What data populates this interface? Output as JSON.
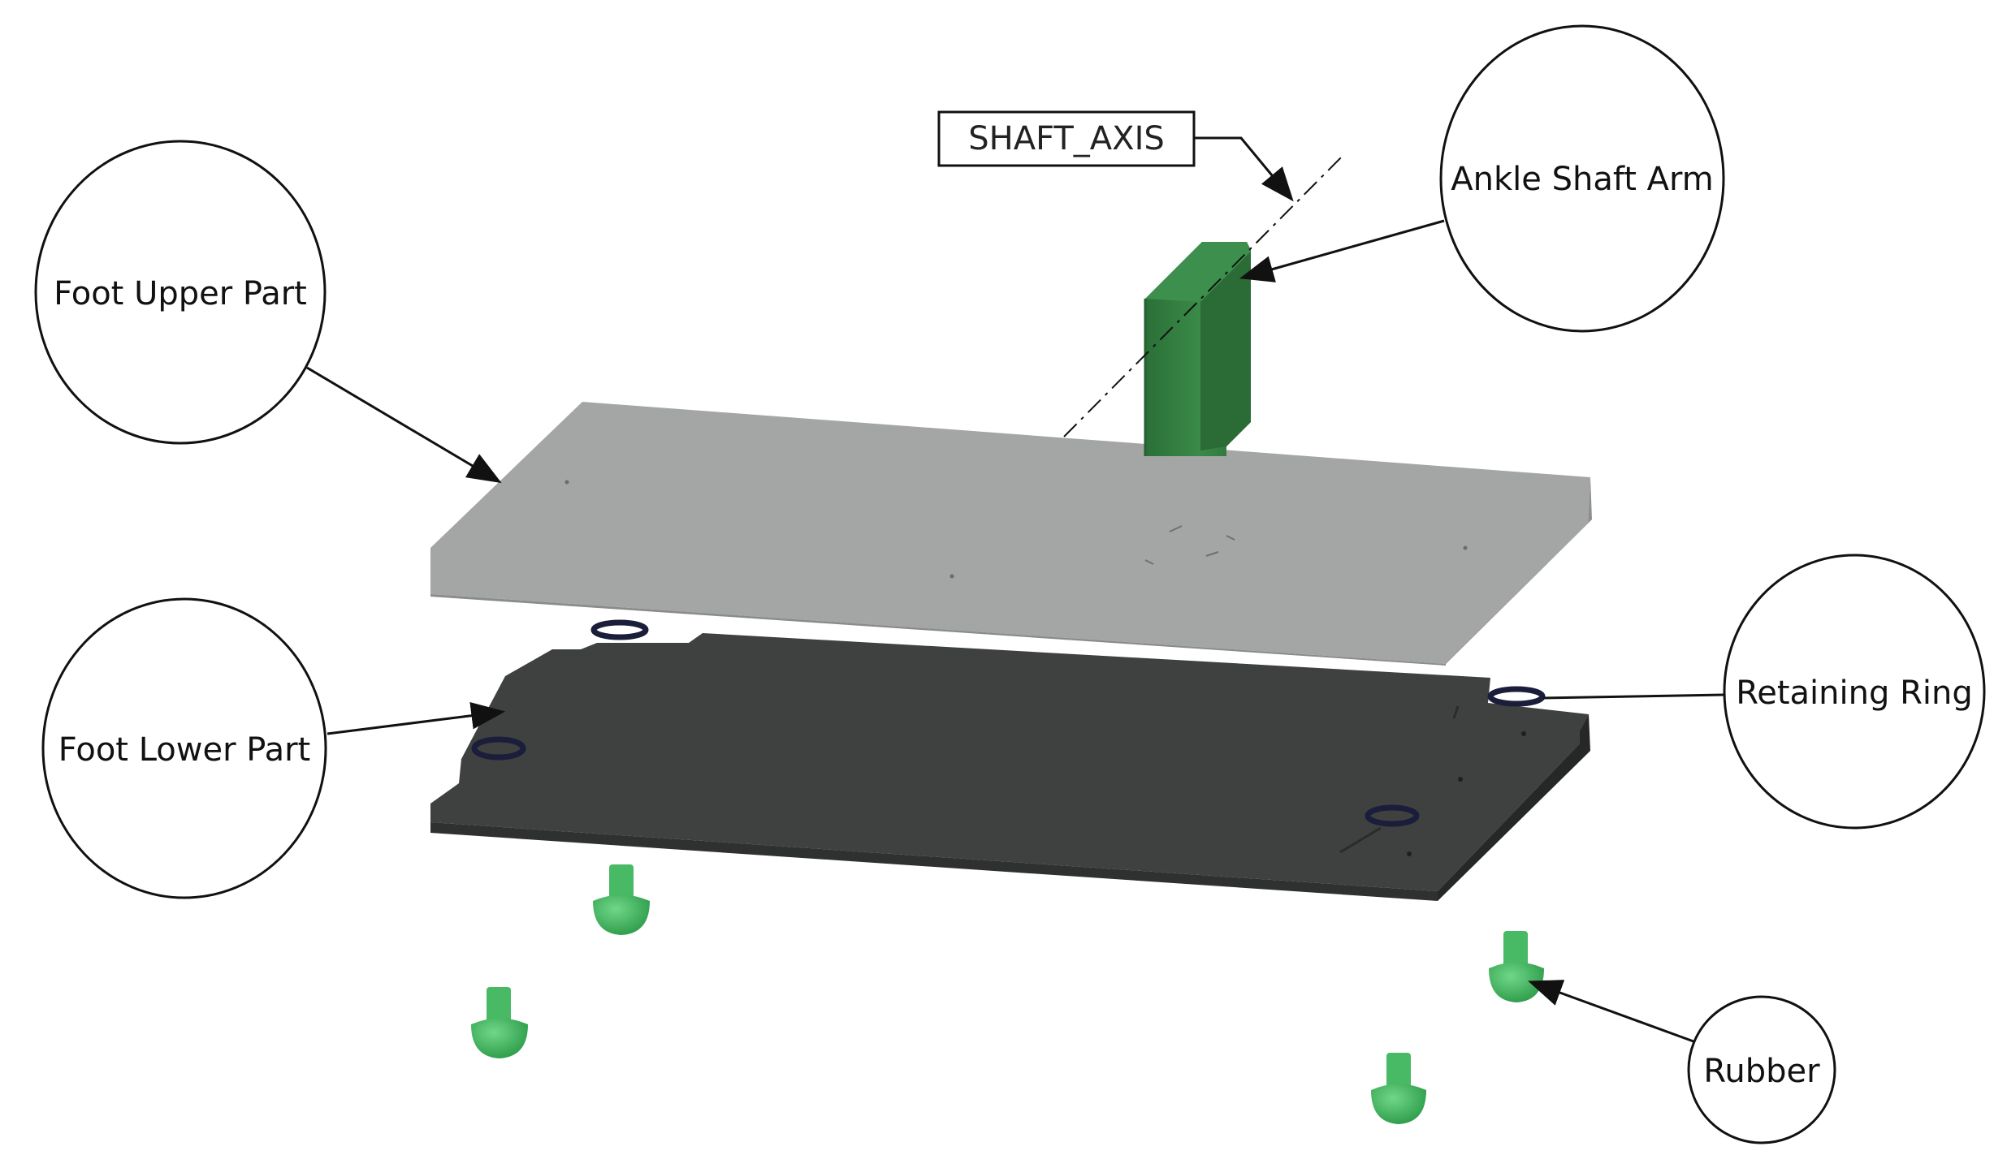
{
  "labels": {
    "shaft_axis": "SHAFT_AXIS",
    "ankle_shaft_arm": "Ankle Shaft Arm",
    "foot_upper_part": "Foot Upper Part",
    "foot_lower_part": "Foot Lower Part",
    "retaining_ring": "Retaining Ring",
    "rubber": "Rubber"
  },
  "colors": {
    "upper_plate": "#a4a6a5",
    "lower_plate": "#3d3f3e",
    "shaft_arm": "#2f7a3e",
    "rubber": "#3eab58",
    "ring": "#1b1e3a",
    "line": "#111111"
  }
}
